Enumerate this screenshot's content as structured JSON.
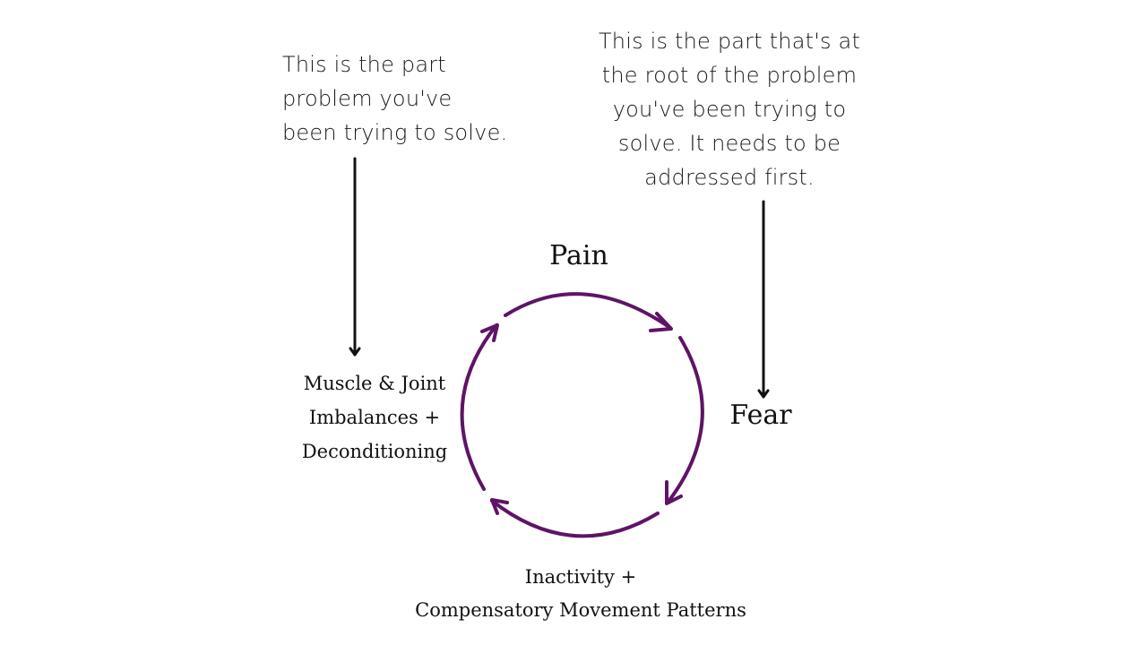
{
  "colors": {
    "cycle": "#5e1466",
    "pointer": "#111111",
    "text": "#1a1a1a"
  },
  "annotations": {
    "left_note": {
      "lines": [
        "This is the part",
        "problem you've",
        "been trying to solve."
      ]
    },
    "right_note": {
      "lines": [
        "This is the part that's at",
        "the root of the problem",
        "you've been trying to",
        "solve. It needs to be",
        "addressed first."
      ]
    }
  },
  "cycle": {
    "nodes": [
      {
        "id": "pain",
        "lines": [
          "Pain"
        ]
      },
      {
        "id": "fear",
        "lines": [
          "Fear"
        ]
      },
      {
        "id": "inactivity",
        "lines": [
          "Inactivity +",
          "Compensatory Movement Patterns"
        ]
      },
      {
        "id": "muscle",
        "lines": [
          "Muscle & Joint",
          "Imbalances +",
          "Deconditioning"
        ]
      }
    ],
    "edges": [
      {
        "from": "pain",
        "to": "fear"
      },
      {
        "from": "fear",
        "to": "inactivity"
      },
      {
        "from": "inactivity",
        "to": "muscle"
      },
      {
        "from": "muscle",
        "to": "pain"
      }
    ],
    "pointers": [
      {
        "from": "left_note",
        "to": "muscle"
      },
      {
        "from": "right_note",
        "to": "fear"
      }
    ]
  }
}
